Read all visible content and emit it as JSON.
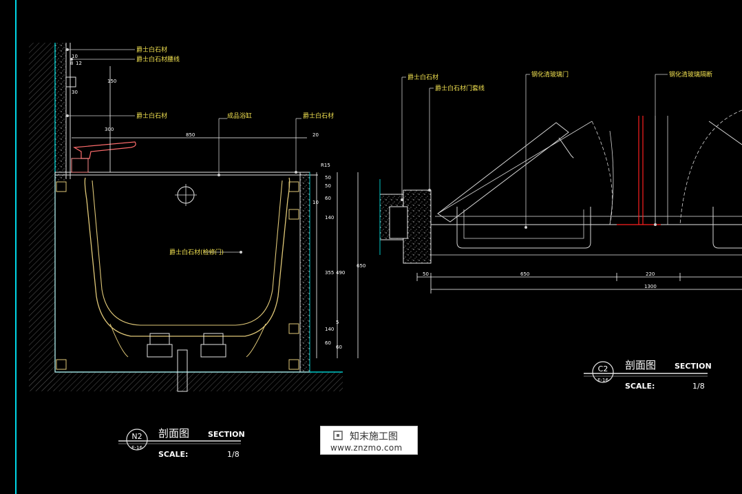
{
  "colors": {
    "background": "#000000",
    "wall": "#00c8c8",
    "material": "#e6e6e6",
    "leader": "#cfcfcf",
    "label": "#f0e050",
    "dimension": "#ffffff",
    "tub": "#e0c878",
    "glass": "#d8d8d8",
    "red_line": "#ff2020",
    "title_white": "#ffffff"
  },
  "section_n2": {
    "labels": {
      "marble_top": "爵士白石材",
      "marble_waistline": "爵士白石材腰线",
      "marble_mid": "爵士白石材",
      "tub": "成品浴缸",
      "marble_right": "爵士白石材",
      "marble_access": "爵士白石材(检修门)"
    },
    "dims": {
      "d10": "10",
      "d8": "8",
      "d12": "12",
      "d150": "150",
      "d30": "30",
      "d300": "300",
      "d850": "850",
      "d20": "20",
      "r15": "R15",
      "d50a": "50",
      "d50b": "50",
      "d60": "60",
      "d10b": "10",
      "d140": "140",
      "d355": "355",
      "d490": "490",
      "d650": "650",
      "d5": "5",
      "d140b": "140",
      "d60b": "60",
      "d60c": "60"
    },
    "title": {
      "number": "N2",
      "sheet": "E-16",
      "cn": "剖面图",
      "en": "SECTION",
      "scale_label": "SCALE:",
      "scale_value": "1/8"
    }
  },
  "section_c2": {
    "labels": {
      "marble": "爵士白石材",
      "marble_door_line": "爵士白石材门套线",
      "glass_door": "钢化清玻璃门",
      "glass_partition": "钢化清玻璃隔断"
    },
    "dims": {
      "d50": "50",
      "d650": "650",
      "d220": "220",
      "d1300": "1300"
    },
    "title": {
      "number": "C2",
      "sheet": "E-16",
      "cn": "剖面图",
      "en": "SECTION",
      "scale_label": "SCALE:",
      "scale_value": "1/8"
    }
  },
  "watermark": {
    "title": "知末施工图",
    "url": "www.znzmo.com"
  }
}
